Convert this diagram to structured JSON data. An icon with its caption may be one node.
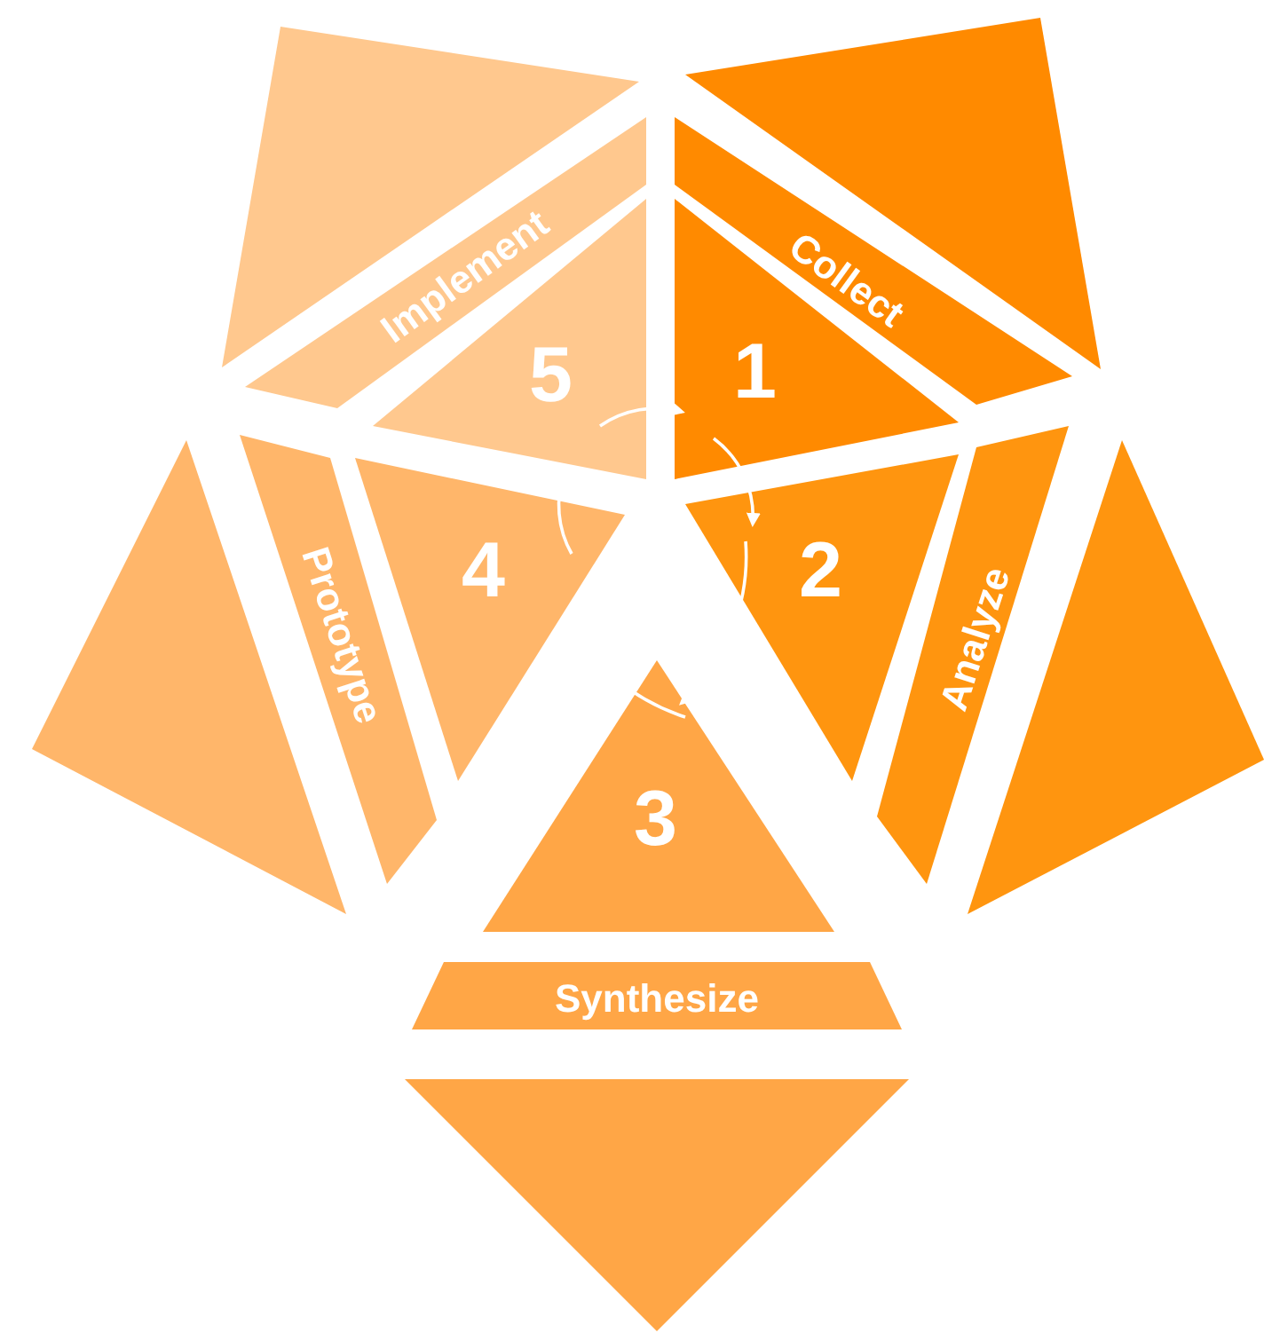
{
  "diagram": {
    "nodes": [
      {
        "text": [
          "1"
        ]
      },
      {
        "text": [
          "Collect"
        ]
      },
      {
        "text": [],
        "shape": "triangle"
      },
      {
        "text": [
          "2"
        ]
      },
      {
        "text": [
          "Analyze"
        ]
      },
      {
        "text": [],
        "shape": "triangle"
      },
      {
        "text": [
          "3"
        ]
      },
      {
        "text": [
          "Synthesize"
        ]
      },
      {
        "text": [],
        "shape": "triangle"
      },
      {
        "text": [
          "4"
        ]
      },
      {
        "text": [
          "Prototype"
        ]
      },
      {
        "text": [],
        "shape": "triangle"
      },
      {
        "text": [
          "5"
        ]
      },
      {
        "text": [
          "Implement"
        ]
      },
      {
        "text": [],
        "shape": "triangle"
      }
    ],
    "edges": [
      {
        "from": 0,
        "to": 3,
        "arrow": "to"
      },
      {
        "from": 3,
        "to": 6,
        "arrow": "to"
      },
      {
        "from": 6,
        "to": 9,
        "arrow": "to"
      },
      {
        "from": 9,
        "to": 12,
        "arrow": "to"
      },
      {
        "from": 12,
        "to": 0,
        "arrow": "to"
      }
    ]
  }
}
